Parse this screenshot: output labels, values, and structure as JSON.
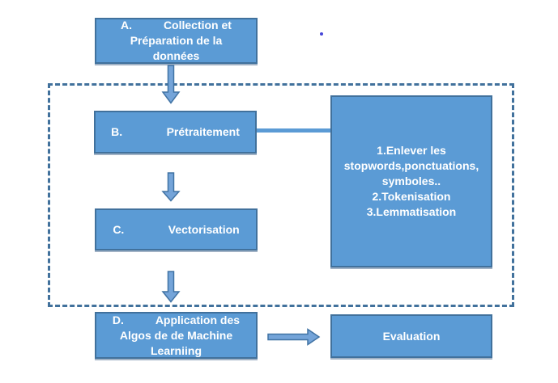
{
  "colors": {
    "box_fill": "#5B9BD5",
    "box_border": "#41719C",
    "dashed_border": "#41719C",
    "arrow_fill": "#74A4D9",
    "arrow_border": "#4173A4",
    "text": "#FFFFFF",
    "stray_dot": "#4646D8"
  },
  "diagram": {
    "boxes": {
      "a": {
        "label": "A.          Collection et\nPréparation de la\ndonnées"
      },
      "b": {
        "label": "B.              Prétraitement"
      },
      "c": {
        "label": "C.              Vectorisation"
      },
      "d": {
        "label": "D.          Application des\nAlgos de de Machine\nLearniing"
      },
      "side": {
        "label": "1.Enlever les\nstopwords,ponctuations,\nsymboles..\n2.Tokenisation\n3.Lemmatisation"
      },
      "evaluation": {
        "label": "Evaluation"
      }
    }
  }
}
